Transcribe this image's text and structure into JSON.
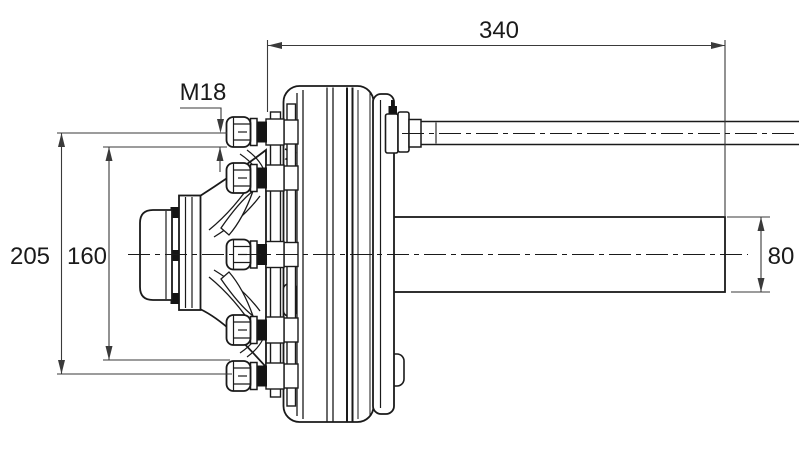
{
  "diagram": {
    "background": "#ffffff",
    "line_color": "#1a1a1a",
    "dim_color": "#3a3a3a",
    "labels": {
      "length_340": "340",
      "thread_m18": "M18",
      "dia_205": "205",
      "dia_160": "160",
      "height_80": "80"
    }
  }
}
